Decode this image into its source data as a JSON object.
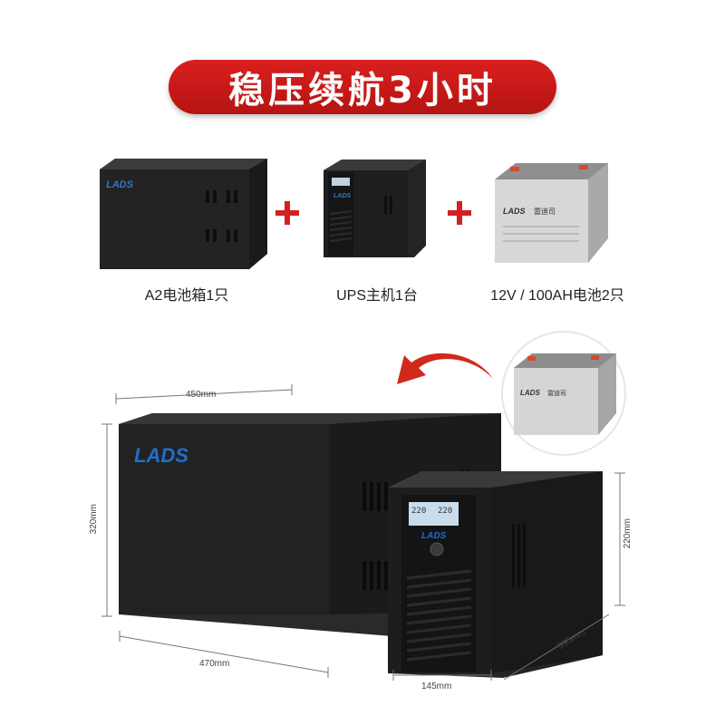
{
  "banner": {
    "title": "稳压续航3小时"
  },
  "components": [
    {
      "label": "A2电池箱1只"
    },
    {
      "label": "UPS主机1台"
    },
    {
      "label": "12V / 100AH电池2只"
    }
  ],
  "brand": {
    "logo_text": "LADS",
    "battery_brand_cn": "雷迪司"
  },
  "lcd": {
    "reading_left": "220",
    "reading_right": "220"
  },
  "dimensions": {
    "box_width": "450mm",
    "box_height": "320mm",
    "box_depth": "470mm",
    "ups_width": "145mm",
    "ups_height": "220mm",
    "ups_depth": "395mm"
  },
  "colors": {
    "banner_red": "#c91a18",
    "plus_red": "#d42020",
    "logo_blue": "#1e6fd0",
    "body_black": "#1c1c1c"
  }
}
